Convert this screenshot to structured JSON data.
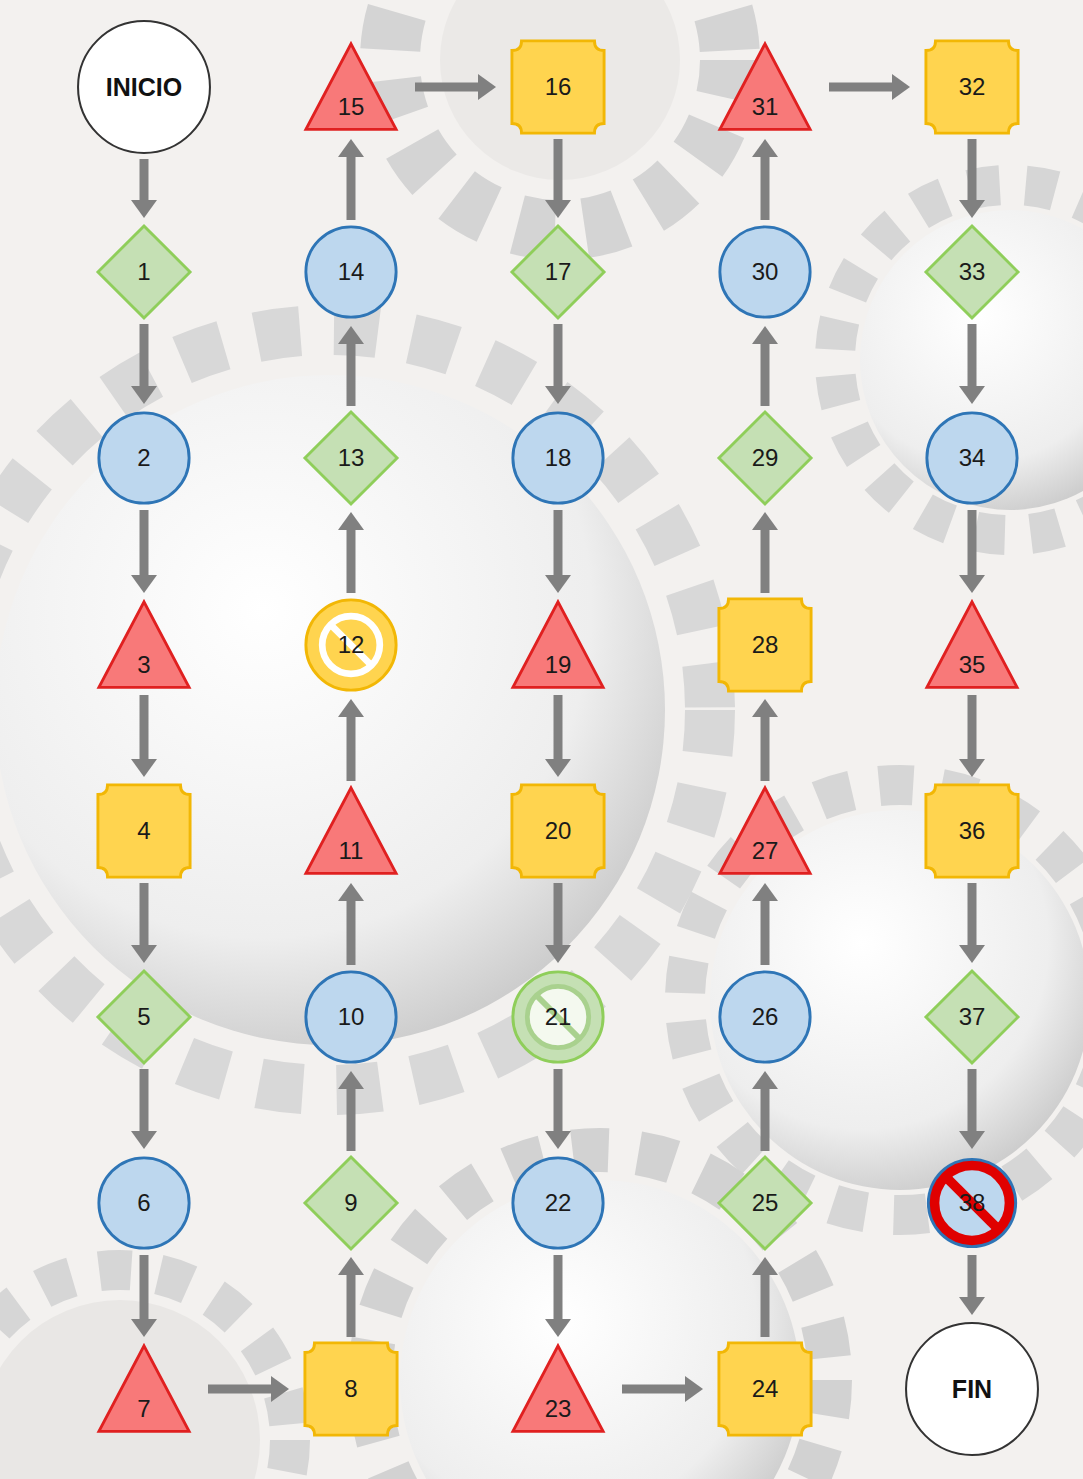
{
  "diagram": {
    "nodes": [
      {
        "text": [
          "INICIO"
        ]
      },
      {
        "text": [
          "1"
        ]
      },
      {
        "text": [
          "2"
        ]
      },
      {
        "text": [
          "3"
        ]
      },
      {
        "text": [
          "4"
        ]
      },
      {
        "text": [
          "5"
        ]
      },
      {
        "text": [
          "6"
        ]
      },
      {
        "text": [
          "7"
        ]
      },
      {
        "text": [
          "8"
        ]
      },
      {
        "text": [
          "9"
        ]
      },
      {
        "text": [
          "10"
        ]
      },
      {
        "text": [
          "11"
        ]
      },
      {
        "text": [
          "12"
        ]
      },
      {
        "text": [
          "13"
        ]
      },
      {
        "text": [
          "14"
        ]
      },
      {
        "text": [
          "15"
        ]
      },
      {
        "text": [
          "16"
        ]
      },
      {
        "text": [
          "17"
        ]
      },
      {
        "text": [
          "18"
        ]
      },
      {
        "text": [
          "19"
        ]
      },
      {
        "text": [
          "20"
        ]
      },
      {
        "text": [
          "21"
        ]
      },
      {
        "text": [
          "22"
        ]
      },
      {
        "text": [
          "23"
        ]
      },
      {
        "text": [
          "24"
        ]
      },
      {
        "text": [
          "25"
        ]
      },
      {
        "text": [
          "26"
        ]
      },
      {
        "text": [
          "27"
        ]
      },
      {
        "text": [
          "28"
        ]
      },
      {
        "text": [
          "29"
        ]
      },
      {
        "text": [
          "30"
        ]
      },
      {
        "text": [
          "31"
        ]
      },
      {
        "text": [
          "32"
        ]
      },
      {
        "text": [
          "33"
        ]
      },
      {
        "text": [
          "34"
        ]
      },
      {
        "text": [
          "35"
        ]
      },
      {
        "text": [
          "36"
        ]
      },
      {
        "text": [
          "37"
        ]
      },
      {
        "text": [
          "38"
        ]
      },
      {
        "text": [
          "FIN"
        ]
      }
    ],
    "edges": [
      {
        "from": 0,
        "to": 1,
        "arrow": "to"
      },
      {
        "from": 1,
        "to": 2,
        "arrow": "to"
      },
      {
        "from": 2,
        "to": 3,
        "arrow": "to"
      },
      {
        "from": 3,
        "to": 4,
        "arrow": "to"
      },
      {
        "from": 4,
        "to": 5,
        "arrow": "to"
      },
      {
        "from": 5,
        "to": 6,
        "arrow": "to"
      },
      {
        "from": 6,
        "to": 7,
        "arrow": "to"
      },
      {
        "from": 7,
        "to": 8,
        "arrow": "to"
      },
      {
        "from": 8,
        "to": 9,
        "arrow": "to"
      },
      {
        "from": 9,
        "to": 10,
        "arrow": "to"
      },
      {
        "from": 10,
        "to": 11,
        "arrow": "to"
      },
      {
        "from": 11,
        "to": 12,
        "arrow": "to"
      },
      {
        "from": 12,
        "to": 13,
        "arrow": "to"
      },
      {
        "from": 13,
        "to": 14,
        "arrow": "to"
      },
      {
        "from": 14,
        "to": 15,
        "arrow": "to"
      },
      {
        "from": 15,
        "to": 16,
        "arrow": "to"
      },
      {
        "from": 16,
        "to": 17,
        "arrow": "to"
      },
      {
        "from": 17,
        "to": 18,
        "arrow": "to"
      },
      {
        "from": 18,
        "to": 19,
        "arrow": "to"
      },
      {
        "from": 19,
        "to": 20,
        "arrow": "to"
      },
      {
        "from": 20,
        "to": 21,
        "arrow": "to"
      },
      {
        "from": 21,
        "to": 22,
        "arrow": "to"
      },
      {
        "from": 22,
        "to": 23,
        "arrow": "to"
      },
      {
        "from": 23,
        "to": 24,
        "arrow": "to"
      },
      {
        "from": 24,
        "to": 25,
        "arrow": "to"
      },
      {
        "from": 25,
        "to": 26,
        "arrow": "to"
      },
      {
        "from": 26,
        "to": 27,
        "arrow": "to"
      },
      {
        "from": 27,
        "to": 28,
        "arrow": "to"
      },
      {
        "from": 28,
        "to": 29,
        "arrow": "to"
      },
      {
        "from": 29,
        "to": 30,
        "arrow": "to"
      },
      {
        "from": 30,
        "to": 31,
        "arrow": "to"
      },
      {
        "from": 31,
        "to": 32,
        "arrow": "to"
      },
      {
        "from": 32,
        "to": 33,
        "arrow": "to"
      },
      {
        "from": 33,
        "to": 34,
        "arrow": "to"
      },
      {
        "from": 34,
        "to": 35,
        "arrow": "to"
      },
      {
        "from": 35,
        "to": 36,
        "arrow": "to"
      },
      {
        "from": 36,
        "to": 37,
        "arrow": "to"
      },
      {
        "from": 37,
        "to": 38,
        "arrow": "to"
      },
      {
        "from": 38,
        "to": 39,
        "arrow": "to"
      }
    ]
  }
}
